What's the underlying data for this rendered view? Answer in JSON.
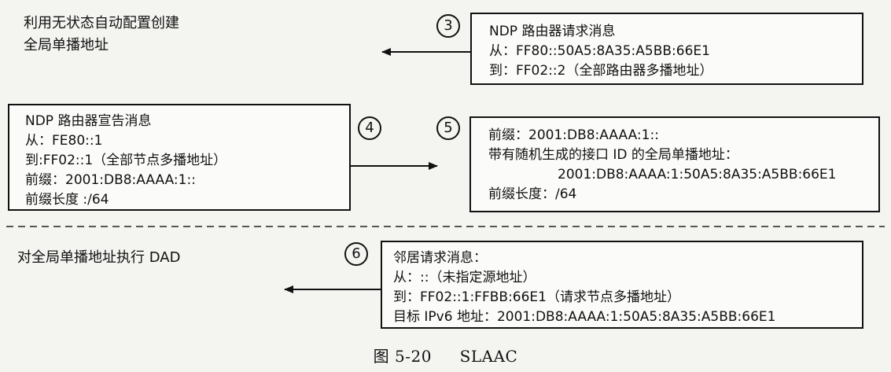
{
  "caption": {
    "figure": "图 5-20",
    "title": "SLAAC"
  },
  "left_notes": {
    "slaac_global": [
      "利用无状态自动配置创建",
      "全局单播地址"
    ],
    "dad": "对全局单播地址执行 DAD"
  },
  "steps": {
    "s3": "3",
    "s4": "4",
    "s5": "5",
    "s6": "6"
  },
  "router_solicitation": {
    "title": "NDP 路由器请求消息",
    "from": "从：FF80::50A5:8A35:A5BB:66E1",
    "to": "到：FF02::2（全部路由器多播地址）"
  },
  "router_advertisement": {
    "title": "NDP 路由器宣告消息",
    "from": "从：FE80::1",
    "to": "到:FF02::1（全部节点多播地址）",
    "prefix": "前缀：2001:DB8:AAAA:1::",
    "prefix_length": "前缀长度 :/64"
  },
  "address_info": {
    "prefix": "前缀：2001:DB8:AAAA:1::",
    "desc": "带有随机生成的接口 ID 的全局单播地址：",
    "address": "2001:DB8:AAAA:1:50A5:8A35:A5BB:66E1",
    "prefix_length": "前缀长度：/64"
  },
  "neighbor_solicitation": {
    "title": "邻居请求消息：",
    "from": "从：::（未指定源地址）",
    "to": "到：FF02::1:FFBB:66E1（请求节点多播地址）",
    "target": "目标 IPv6 地址：2001:DB8:AAAA:1:50A5:8A35:A5BB:66E1"
  }
}
